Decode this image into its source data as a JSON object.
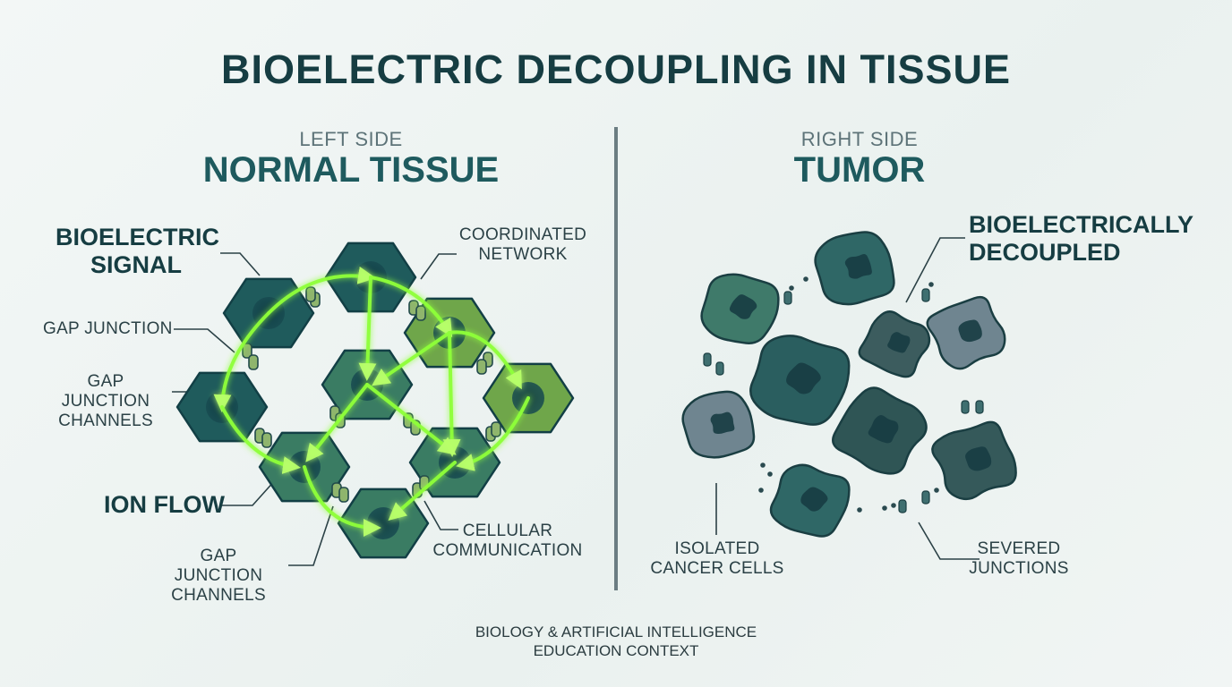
{
  "title": "BIOELECTRIC DECOUPLING IN TISSUE",
  "left": {
    "side_label": "LEFT SIDE",
    "side_title": "NORMAL TISSUE",
    "labels": {
      "bioelectric_signal_1": "BIOELECTRIC",
      "bioelectric_signal_2": "SIGNAL",
      "gap_junction": "GAP JUNCTION",
      "gap_junction_channels_a1": "GAP JUNCTION",
      "gap_junction_channels_a2": "CHANNELS",
      "ion_flow": "ION FLOW",
      "gap_junction_channels_b1": "GAP JUNCTION",
      "gap_junction_channels_b2": "CHANNELS",
      "coordinated_network_1": "COORDINATED",
      "coordinated_network_2": "NETWORK",
      "cellular_communication_1": "CELLULAR",
      "cellular_communication_2": "COMMUNICATION"
    }
  },
  "right": {
    "side_label": "RIGHT SIDE",
    "side_title": "TUMOR",
    "labels": {
      "decoupled_1": "BIOELECTRICALLY",
      "decoupled_2": "DECOUPLED",
      "isolated_1": "ISOLATED",
      "isolated_2": "CANCER CELLS",
      "severed_1": "SEVERED",
      "severed_2": "JUNCTIONS"
    }
  },
  "footer": {
    "line1": "BIOLOGY & ARTIFICIAL INTELLIGENCE",
    "line2": "EDUCATION CONTEXT"
  },
  "colors": {
    "hex_dark": "#1f5b5c",
    "hex_mid": "#3a7c63",
    "hex_light": "#6fa64a",
    "signal_green": "#8fff3a",
    "tumor_teal": "#2f6766",
    "tumor_gray": "#6f8590",
    "divider": "#6b7d82"
  }
}
